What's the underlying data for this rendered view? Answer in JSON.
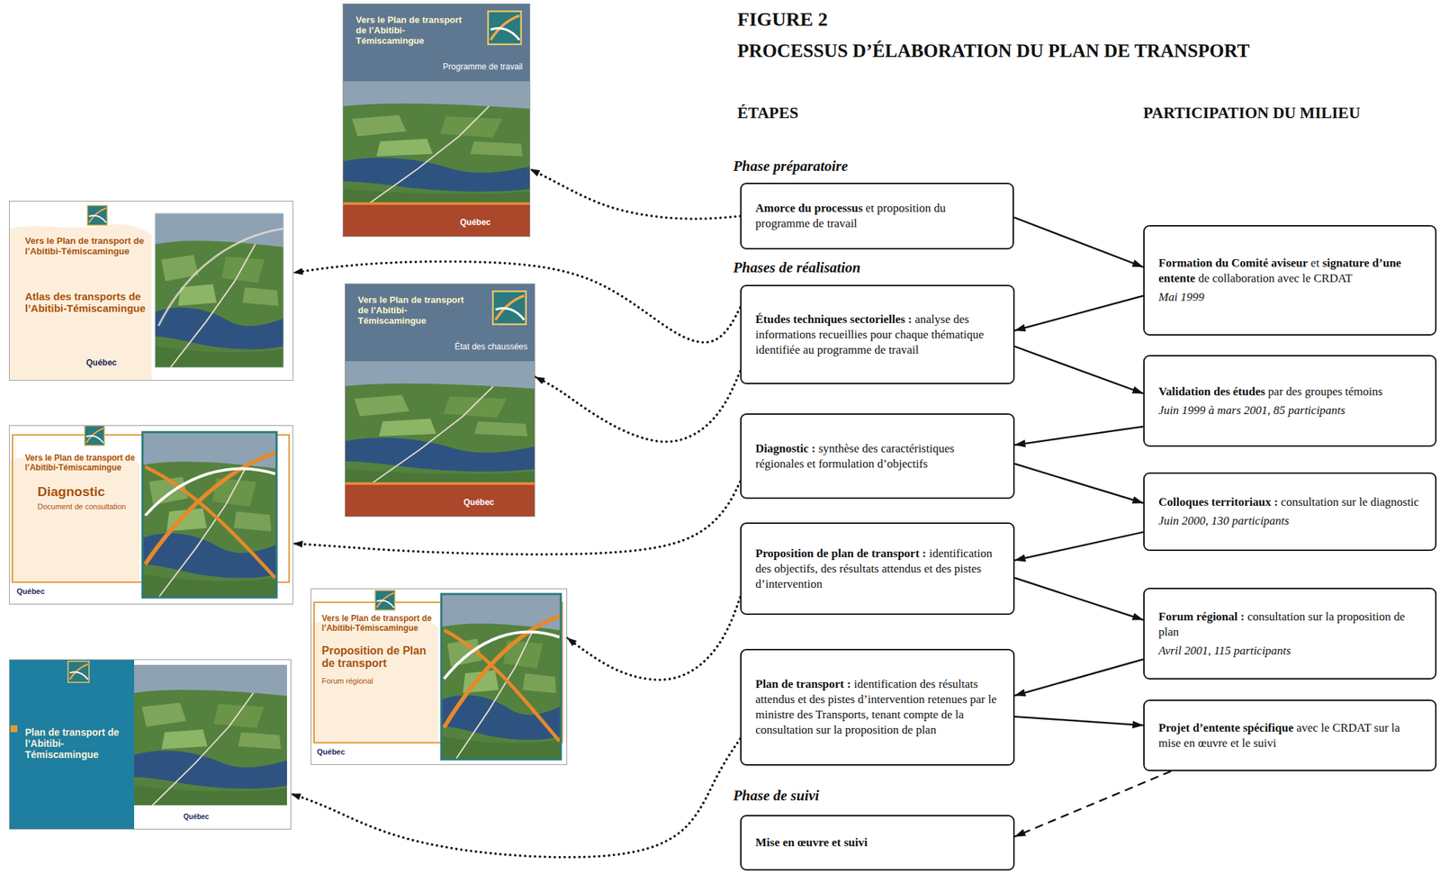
{
  "diagram": {
    "title": "PROCESSUS D’ÉLABORATION DU PLAN DE TRANSPORT",
    "nodes": [
      {
        "text": [
          "Amorce du processus",
          "et proposition du programme de travail"
        ]
      },
      {
        "text": [
          "Études techniques sectorielles :",
          "analyse des informations recueillies pour chaque thématique identifiée au programme de travail"
        ]
      },
      {
        "text": [
          "Diagnostic :",
          "synthèse des caractéristiques régionales et formulation d’objectifs"
        ]
      },
      {
        "text": [
          "Proposition de plan de transport :",
          "identification des objectifs, des résultats attendus et des pistes d’intervention"
        ]
      },
      {
        "text": [
          "Plan de transport :",
          "identification des résultats attendus et des pistes d’intervention retenues par le ministre des Transports, tenant compte de la consultation sur la proposition de plan"
        ]
      },
      {
        "text": [
          "Mise en œuvre et suivi"
        ]
      },
      {
        "text": [
          "Formation du Comité aviseur",
          "et",
          "signature d’une entente",
          "de collaboration avec le CRDAT",
          "Mai 1999"
        ]
      },
      {
        "text": [
          "Validation des études",
          "par des groupes témoins",
          "Juin 1999 à mars 2001, 85 participants"
        ]
      },
      {
        "text": [
          "Colloques territoriaux :",
          "consultation sur le diagnostic",
          "Juin 2000, 130 participants"
        ]
      },
      {
        "text": [
          "Forum régional :",
          "consultation sur la proposition de plan",
          "Avril 2001, 115 participants"
        ]
      },
      {
        "text": [
          "Projet d’entente spécifique",
          "avec le CRDAT sur la mise en œuvre et le suivi"
        ]
      },
      {
        "text": [
          "Vers le Plan de transport de l’Abitibi-Témiscamingue",
          "Programme de travail",
          "Québec"
        ]
      },
      {
        "text": [
          "Vers le Plan de transport de l’Abitibi-Témiscamingue",
          "Atlas des transports de l’Abitibi-Témiscamingue",
          "Québec"
        ]
      },
      {
        "text": [
          "Vers le Plan de transport de l’Abitibi-Témiscamingue",
          "État des chaussées",
          "Québec"
        ]
      },
      {
        "text": [
          "Vers le Plan de transport de l’Abitibi-Témiscamingue",
          "Diagnostic",
          "Document de consultation",
          "Québec"
        ]
      },
      {
        "text": [
          "Vers le Plan de transport de l’Abitibi-Témiscamingue",
          "Proposition de Plan de transport",
          "Forum régional",
          "Québec"
        ]
      },
      {
        "text": [
          "Plan de transport de l’Abitibi-Témiscamingue",
          "Québec"
        ]
      }
    ],
    "edges": [
      {
        "from": 0,
        "to": 6,
        "arrow": "to"
      },
      {
        "from": 6,
        "to": 1,
        "arrow": "to"
      },
      {
        "from": 1,
        "to": 7,
        "arrow": "to"
      },
      {
        "from": 7,
        "to": 2,
        "arrow": "to"
      },
      {
        "from": 2,
        "to": 8,
        "arrow": "to"
      },
      {
        "from": 8,
        "to": 3,
        "arrow": "to"
      },
      {
        "from": 3,
        "to": 9,
        "arrow": "to"
      },
      {
        "from": 9,
        "to": 4,
        "arrow": "to"
      },
      {
        "from": 4,
        "to": 10,
        "arrow": "to"
      },
      {
        "from": 10,
        "to": 5,
        "arrow": "to"
      },
      {
        "from": 0,
        "to": 11,
        "arrow": "to"
      },
      {
        "from": 1,
        "to": 12,
        "arrow": "to"
      },
      {
        "from": 1,
        "to": 13,
        "arrow": "to"
      },
      {
        "from": 2,
        "to": 14,
        "arrow": "to"
      },
      {
        "from": 3,
        "to": 15,
        "arrow": "to"
      },
      {
        "from": 4,
        "to": 16,
        "arrow": "to"
      }
    ],
    "labels": [
      "FIGURE 2",
      "ÉTAPES",
      "PARTICIPATION DU MILIEU",
      "Phase préparatoire",
      "Phases de réalisation",
      "Phase de suivi"
    ]
  }
}
